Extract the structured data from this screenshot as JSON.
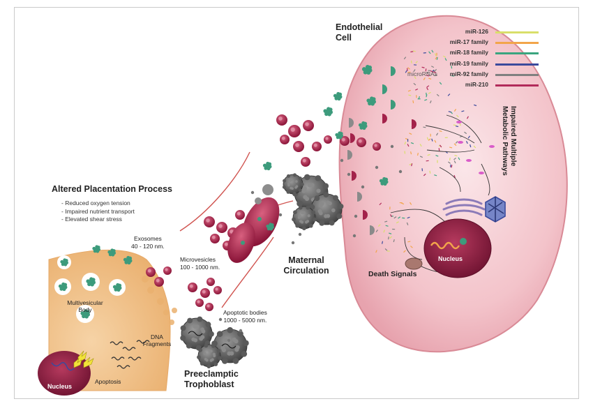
{
  "title_altered": "Altered Placentation Process",
  "bullets": [
    "Reduced oxygen tension",
    "Impaired nutrient transport",
    "Elevated shear stress"
  ],
  "labels": {
    "endothelial_cell": "Endothelial Cell",
    "exosomes": "Exosomes",
    "exosomes_size": "40 - 120 nm.",
    "microvesicles": "Microvesicles",
    "microvesicles_size": "100 - 1000 nm.",
    "apoptotic_bodies": "Apoptotic bodies",
    "apoptotic_size": "1000 - 5000 nm.",
    "multivesicular_body": "Multivesicular Body",
    "dna_fragments": "DNA Fragments",
    "apoptosis": "Apoptosis",
    "nucleus_left": "Nucleus",
    "nucleus_right": "Nucleus",
    "preeclamptic_trophoblast": "Preeclamptic Trophoblast",
    "maternal_circulation": "Maternal Circulation",
    "death_signals": "Death Signals",
    "micrornas": "microRNAs",
    "impaired_pathways": "Impaired Multiple Metabolic Pathways"
  },
  "legend": [
    {
      "name": "miR-126",
      "color": "#d9df6a"
    },
    {
      "name": "miR-17 family",
      "color": "#f2a54a"
    },
    {
      "name": "miR-18 family",
      "color": "#3aa57f"
    },
    {
      "name": "miR-19 family",
      "color": "#3b4a9c"
    },
    {
      "name": "miR-92 family",
      "color": "#808080"
    },
    {
      "name": "miR-210",
      "color": "#b22a5a"
    }
  ],
  "colors": {
    "cell_fill": "#f3c7cd",
    "cell_stroke": "#d98a96",
    "trophoblast_fill": "#f3c48f",
    "microvesicle": "#a3224a",
    "exosome": "#3d9b7c",
    "apoptotic_body": "#6f6f6f",
    "nucleus": "#8e1b3d"
  }
}
